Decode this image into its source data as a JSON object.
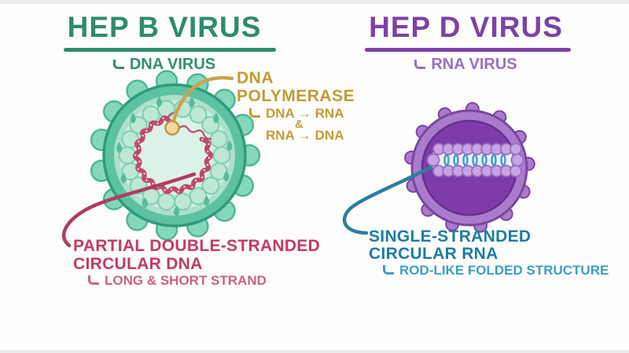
{
  "hep_b": {
    "title": "HEP B VIRUS",
    "subtitle": "DNA VIRUS",
    "polymerase": {
      "line1": "DNA",
      "line2": "POLYMERASE",
      "sub1": "DNA → RNA",
      "amp": "&",
      "sub2": "RNA → DNA"
    },
    "genome": {
      "line1": "PARTIAL DOUBLE-STRANDED",
      "line2": "CIRCULAR DNA",
      "sub": "LONG & SHORT STRAND"
    }
  },
  "hep_d": {
    "title": "HEP D VIRUS",
    "subtitle": "RNA VIRUS",
    "genome": {
      "line1": "SINGLE-STRANDED",
      "line2": "CIRCULAR RNA",
      "sub": "ROD-LIKE FOLDED STRUCTURE"
    }
  },
  "colors": {
    "hep_b_accent": "#2e8c6c",
    "hep_b_virus_body": "#5dc2a2",
    "hep_d_accent": "#7e41a6",
    "hep_d_subtitle": "#9a6fc4",
    "hep_d_virus_body": "#aa7bcd",
    "polymerase_gold": "#c59b35",
    "dna_label_crimson": "#c33b5e",
    "dna_sub_crimson": "#c9647c",
    "rna_label_teal": "#1e7ca2",
    "rna_sub_teal": "#3f9fc1"
  }
}
